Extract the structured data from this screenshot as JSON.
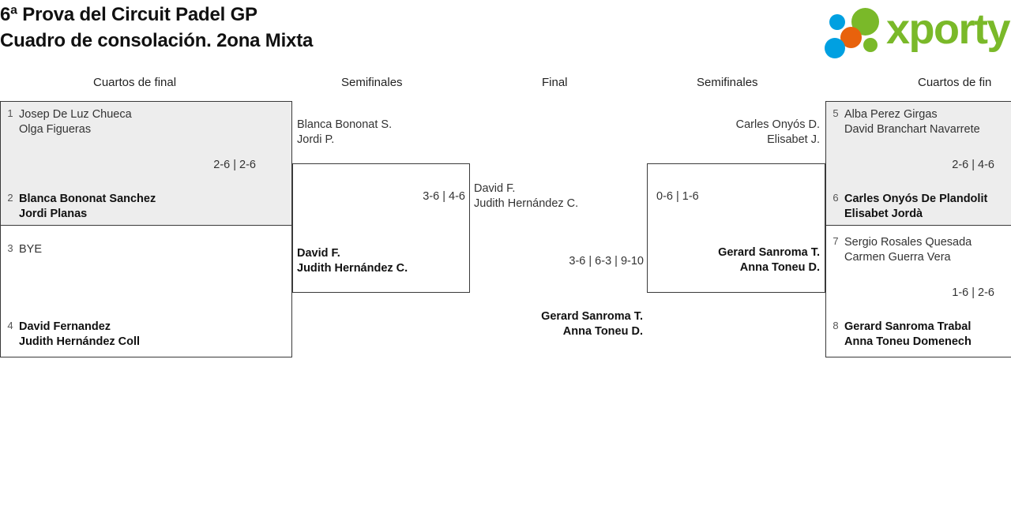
{
  "header": {
    "title_line1": "6ª Prova del Circuit Padel GP",
    "title_line2": "Cuadro de consolación. 2ona Mixta",
    "logo_text": "xporty",
    "logo_colors": {
      "green": "#7ab929",
      "blue": "#00a0e1",
      "orange": "#e8620c"
    }
  },
  "columns": {
    "qf_left": "Cuartos de final",
    "sf_left": "Semifinales",
    "final": "Final",
    "sf_right": "Semifinales",
    "qf_right": "Cuartos de fin"
  },
  "bracket": {
    "quarterfinals_left": [
      {
        "seed": "1",
        "player1": "Josep De Luz Chueca",
        "player2": "Olga Figueras",
        "winner": false
      },
      {
        "seed": "2",
        "player1": "Blanca Bononat Sanchez",
        "player2": "Jordi Planas",
        "winner": true
      },
      {
        "seed": "3",
        "player1": "BYE",
        "player2": "",
        "winner": false
      },
      {
        "seed": "4",
        "player1": "David Fernandez",
        "player2": "Judith Hernández Coll",
        "winner": true
      }
    ],
    "quarterfinals_left_scores": [
      "2-6 | 2-6"
    ],
    "quarterfinals_right": [
      {
        "seed": "5",
        "player1": "Alba Perez Girgas",
        "player2": "David Branchart Navarrete",
        "winner": false
      },
      {
        "seed": "6",
        "player1": "Carles Onyós De Plandolit",
        "player2": "Elisabet Jordà",
        "winner": true
      },
      {
        "seed": "7",
        "player1": "Sergio Rosales Quesada",
        "player2": "Carmen Guerra Vera",
        "winner": false
      },
      {
        "seed": "8",
        "player1": "Gerard Sanroma Trabal",
        "player2": "Anna Toneu Domenech",
        "winner": true
      }
    ],
    "quarterfinals_right_scores": [
      "2-6 | 4-6",
      "1-6 | 2-6"
    ],
    "semifinal_left": {
      "top": {
        "player1": "Blanca Bononat S.",
        "player2": "Jordi P.",
        "winner": false
      },
      "bottom": {
        "player1": "David F.",
        "player2": "Judith Hernández C.",
        "winner": true
      },
      "score": "3-6 | 4-6"
    },
    "semifinal_right": {
      "top": {
        "player1": "Carles Onyós D.",
        "player2": "Elisabet J.",
        "winner": false
      },
      "bottom": {
        "player1": "Gerard Sanroma T.",
        "player2": "Anna Toneu D.",
        "winner": true
      },
      "score": "0-6 | 1-6"
    },
    "final": {
      "top": {
        "player1": "David F.",
        "player2": "Judith Hernández C.",
        "winner": false
      },
      "bottom": {
        "player1": "Gerard Sanroma T.",
        "player2": "Anna Toneu D.",
        "winner": true
      },
      "score": "3-6 | 6-3 | 9-10"
    }
  }
}
